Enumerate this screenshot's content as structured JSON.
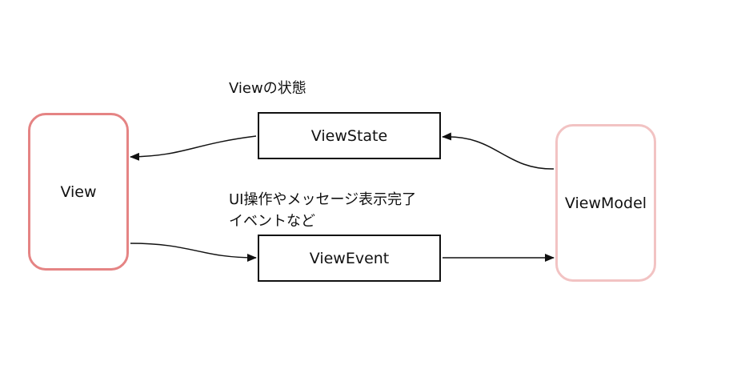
{
  "nodes": {
    "view": "View",
    "viewmodel": "ViewModel",
    "viewstate": "ViewState",
    "viewevent": "ViewEvent"
  },
  "captions": {
    "state": "Viewの状態",
    "event_line1": "UI操作やメッセージ表示完了",
    "event_line2": "イベントなど"
  },
  "colors": {
    "view_border": "#e58484",
    "viewmodel_border": "#f2c3c3",
    "line": "#111111"
  }
}
